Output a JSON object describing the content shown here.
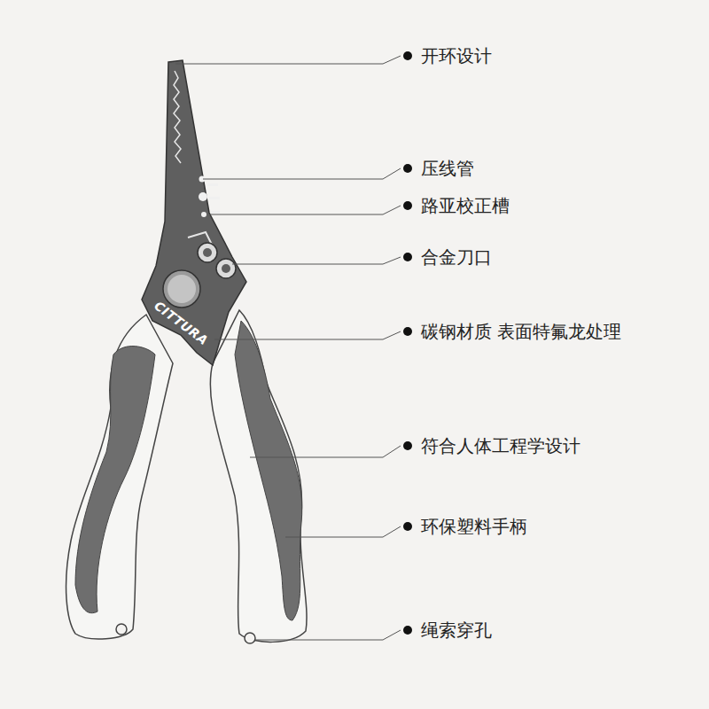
{
  "diagram": {
    "labels": [
      "开环设计",
      "压线管",
      "路亚校正槽",
      "合金刀口",
      "CITTURA",
      "碳钢材质 表面特氟龙处理",
      "符合人体工程学设计",
      "环保塑料手柄",
      "绳索穿孔"
    ]
  }
}
